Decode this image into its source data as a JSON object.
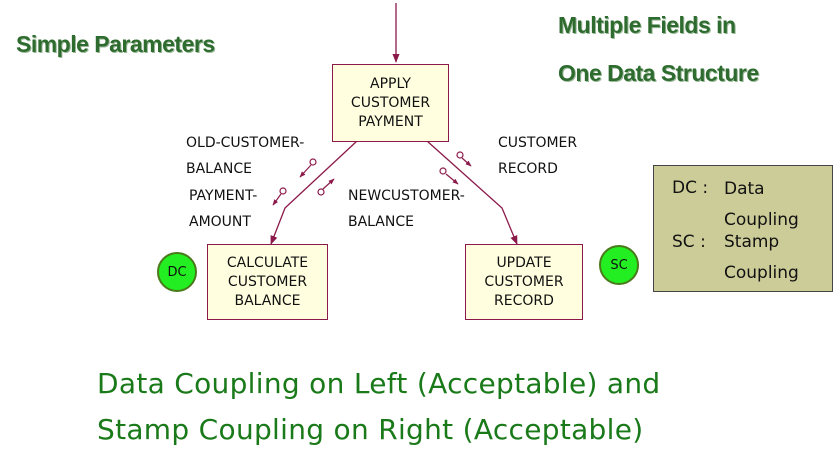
{
  "headings": {
    "left": "Simple Parameters",
    "right_line1": "Multiple Fields in",
    "right_line2": "One Data Structure"
  },
  "modules": {
    "top": [
      "APPLY",
      "CUSTOMER",
      "PAYMENT"
    ],
    "left": [
      "CALCULATE",
      "CUSTOMER",
      "BALANCE"
    ],
    "right": [
      "UPDATE",
      "CUSTOMER",
      "RECORD"
    ]
  },
  "couples": {
    "old_balance": [
      "OLD-CUSTOMER-",
      "BALANCE"
    ],
    "payment_amount": [
      "PAYMENT-",
      "AMOUNT"
    ],
    "new_balance": [
      "NEWCUSTOMER-",
      "BALANCE"
    ],
    "customer_record": [
      "CUSTOMER",
      "RECORD"
    ]
  },
  "badges": {
    "left": "DC",
    "right": "SC"
  },
  "legend": {
    "dc_abbr": "DC :",
    "dc_def1": "Data",
    "dc_def2": "Coupling",
    "sc_abbr": "SC :",
    "sc_def1": "Stamp",
    "sc_def2": "Coupling"
  },
  "caption": {
    "line1": "Data Coupling on Left (Acceptable) and",
    "line2": "Stamp Coupling on Right (Acceptable)"
  },
  "colors": {
    "connector": "#8b1a4a",
    "module_fill": "#ffffe0",
    "heading": "#2e6b2e",
    "caption": "#1a7a1a",
    "badge_fill": "#22ee22",
    "legend_fill": "#cccc99"
  }
}
